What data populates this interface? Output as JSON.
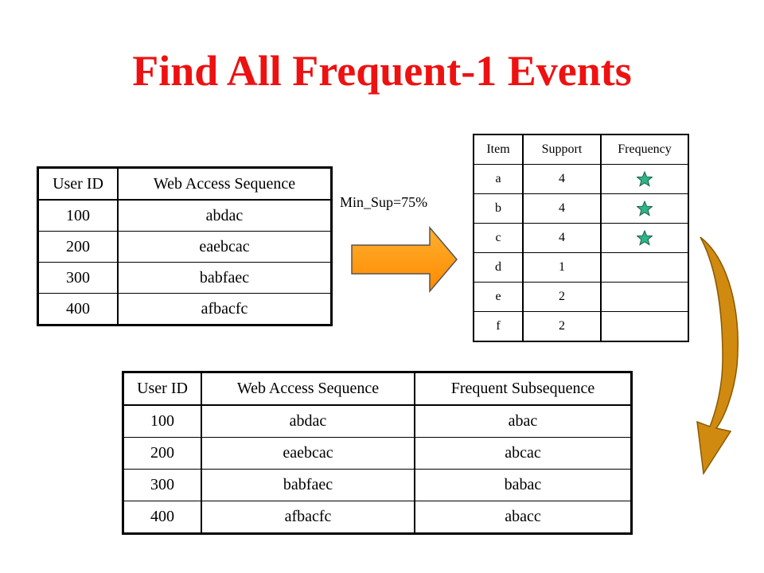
{
  "slide": {
    "title": "Find All Frequent-1 Events",
    "min_sup": "Min_Sup=75%"
  },
  "sequence_table": {
    "headers": [
      "User ID",
      "Web Access Sequence"
    ],
    "rows": [
      [
        "100",
        "abdac"
      ],
      [
        "200",
        "eaebcac"
      ],
      [
        "300",
        "babfaec"
      ],
      [
        "400",
        "afbacfc"
      ]
    ]
  },
  "support_table": {
    "headers": [
      "Item",
      "Support",
      "Frequency"
    ],
    "rows": [
      {
        "item": "a",
        "support": "4",
        "frequent": true
      },
      {
        "item": "b",
        "support": "4",
        "frequent": true
      },
      {
        "item": "c",
        "support": "4",
        "frequent": true
      },
      {
        "item": "d",
        "support": "1",
        "frequent": false
      },
      {
        "item": "e",
        "support": "2",
        "frequent": false
      },
      {
        "item": "f",
        "support": "2",
        "frequent": false
      }
    ],
    "star_color": "#2bb58a"
  },
  "result_table": {
    "headers": [
      "User ID",
      "Web Access Sequence",
      "Frequent Subsequence"
    ],
    "rows": [
      [
        "100",
        "abdac",
        "abac"
      ],
      [
        "200",
        "eaebcac",
        "abcac"
      ],
      [
        "300",
        "babfaec",
        "babac"
      ],
      [
        "400",
        "afbacfc",
        "abacc"
      ]
    ]
  },
  "colors": {
    "title": "#ee1111",
    "arrow": "#ff9a1a",
    "curve_arrow": "#d08a10"
  }
}
